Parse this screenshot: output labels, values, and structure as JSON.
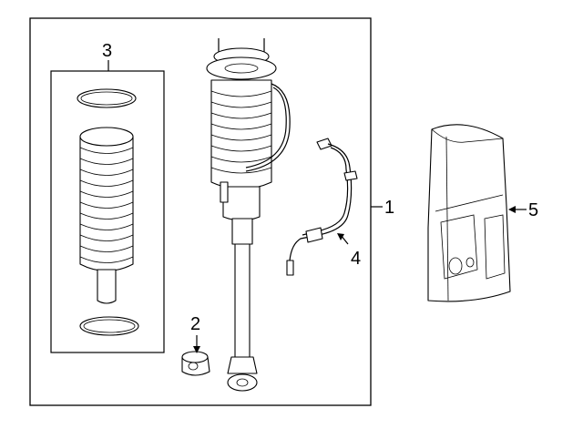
{
  "diagram": {
    "colors": {
      "line": "#000000",
      "background": "#ffffff"
    },
    "callouts": [
      {
        "id": "1",
        "label": "1",
        "part": "shock-absorber-assembly"
      },
      {
        "id": "2",
        "label": "2",
        "part": "bushing"
      },
      {
        "id": "3",
        "label": "3",
        "part": "air-spring"
      },
      {
        "id": "4",
        "label": "4",
        "part": "sensor-harness"
      },
      {
        "id": "5",
        "label": "5",
        "part": "splash-shield"
      }
    ]
  }
}
